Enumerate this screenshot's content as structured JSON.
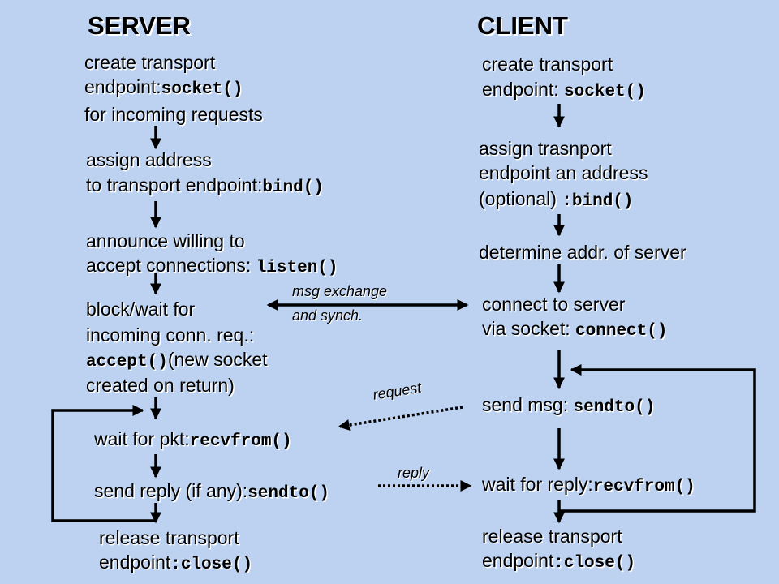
{
  "server": {
    "heading": "SERVER",
    "socket": {
      "line1": "create transport",
      "line2_text": "endpoint:",
      "line2_code": "socket()",
      "line3": "for incoming requests"
    },
    "bind": {
      "line1": "assign address",
      "line2_text": "to transport endpoint:",
      "line2_code": "bind()"
    },
    "listen": {
      "line1": "announce willing to",
      "line2_text": "accept connections: ",
      "line2_code": "listen()"
    },
    "accept": {
      "line1": "block/wait for",
      "line2": "incoming conn. req.:",
      "line3_code": "accept()",
      "line3_text": "(new socket",
      "line4": "created on return)"
    },
    "recvfrom": {
      "text": "wait for pkt:",
      "code": "recvfrom()"
    },
    "sendto": {
      "text": "send reply (if any):",
      "code": "sendto()"
    },
    "close": {
      "line1": "release transport",
      "line2_text": "endpoint",
      "line2_code": ":close()"
    }
  },
  "client": {
    "heading": "CLIENT",
    "socket": {
      "line1": "create transport",
      "line2_text": "endpoint: ",
      "line2_code": "socket()"
    },
    "bind": {
      "line1": "assign trasnport",
      "line2": "endpoint an address",
      "line3_text": "(optional) ",
      "line3_code": ":bind()"
    },
    "determine": {
      "text": "determine addr. of server"
    },
    "connect": {
      "line1": "connect to server",
      "line2_text": "via socket: ",
      "line2_code": "connect()"
    },
    "sendto": {
      "text": "send msg: ",
      "code": "sendto()"
    },
    "recvfrom": {
      "text": "wait for reply:",
      "code": "recvfrom()"
    },
    "close": {
      "line1": "release transport",
      "line2_text": "endpoint",
      "line2_code": ":close()"
    }
  },
  "labels": {
    "msg_exchange_1": "msg exchange",
    "msg_exchange_2": "and synch.",
    "request": "request",
    "reply": "reply"
  },
  "colors": {
    "background": "#bcd2f0",
    "arrow": "#000000",
    "text_shadow": "#ffffff"
  }
}
